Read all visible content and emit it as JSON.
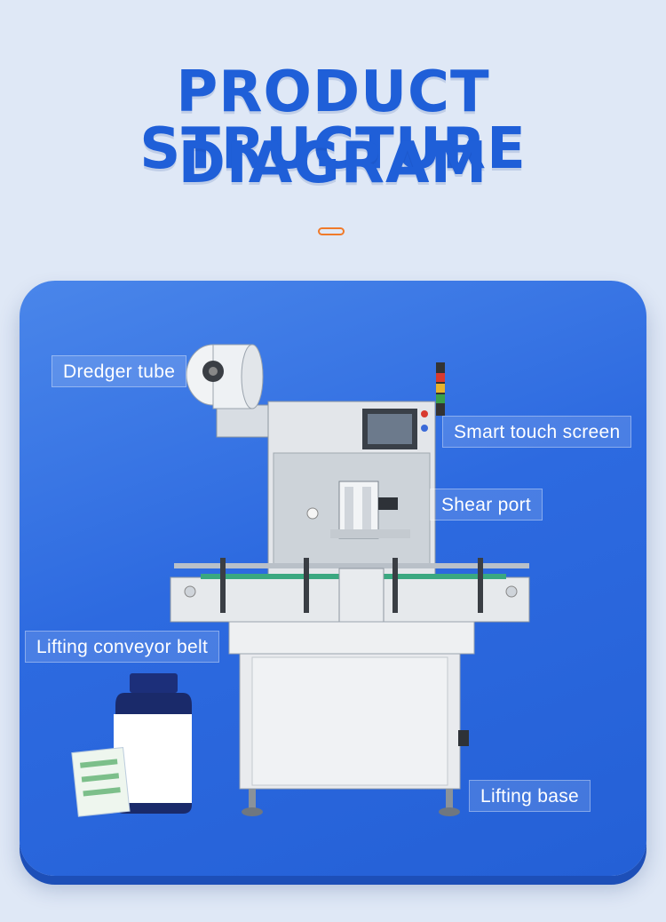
{
  "title": {
    "line1": "PRODUCT STRUCTURE",
    "line2": "DIAGRAM"
  },
  "labels": {
    "dredger_tube": "Dredger tube",
    "smart_touch_screen": "Smart touch screen",
    "shear_port": "Shear port",
    "lifting_conveyor_belt": "Lifting conveyor belt",
    "lifting_base": "Lifting base"
  },
  "colors": {
    "title": "#1f5fd8",
    "accent": "#f07a2a",
    "panel": "#2d6ae0"
  }
}
